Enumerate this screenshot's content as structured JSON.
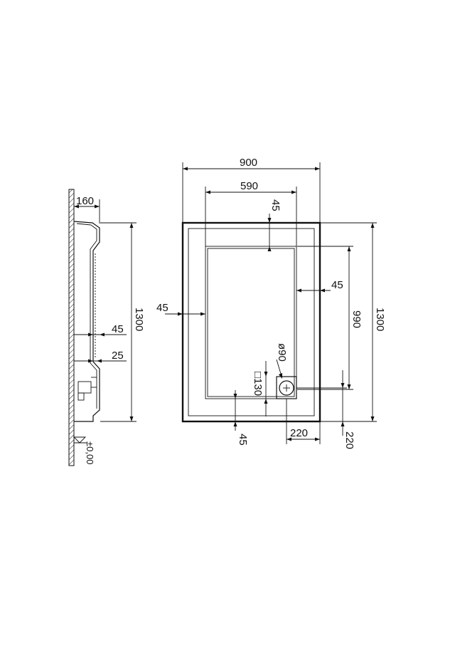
{
  "side_view": {
    "depth": "160",
    "rim_width": "45",
    "floor_offset": "25",
    "length": "1300",
    "level": "±0,00"
  },
  "plan_view": {
    "overall_width": "900",
    "inner_width": "590",
    "top_rim": "45",
    "right_rim": "45",
    "left_rim": "45",
    "bottom_rim": "45",
    "inner_length": "990",
    "overall_length": "1300",
    "drain_diameter": "ø90",
    "drain_square": "□130",
    "drain_x_offset": "220",
    "drain_y_offset": "220"
  },
  "colors": {
    "line": "#111111",
    "background": "#ffffff"
  }
}
